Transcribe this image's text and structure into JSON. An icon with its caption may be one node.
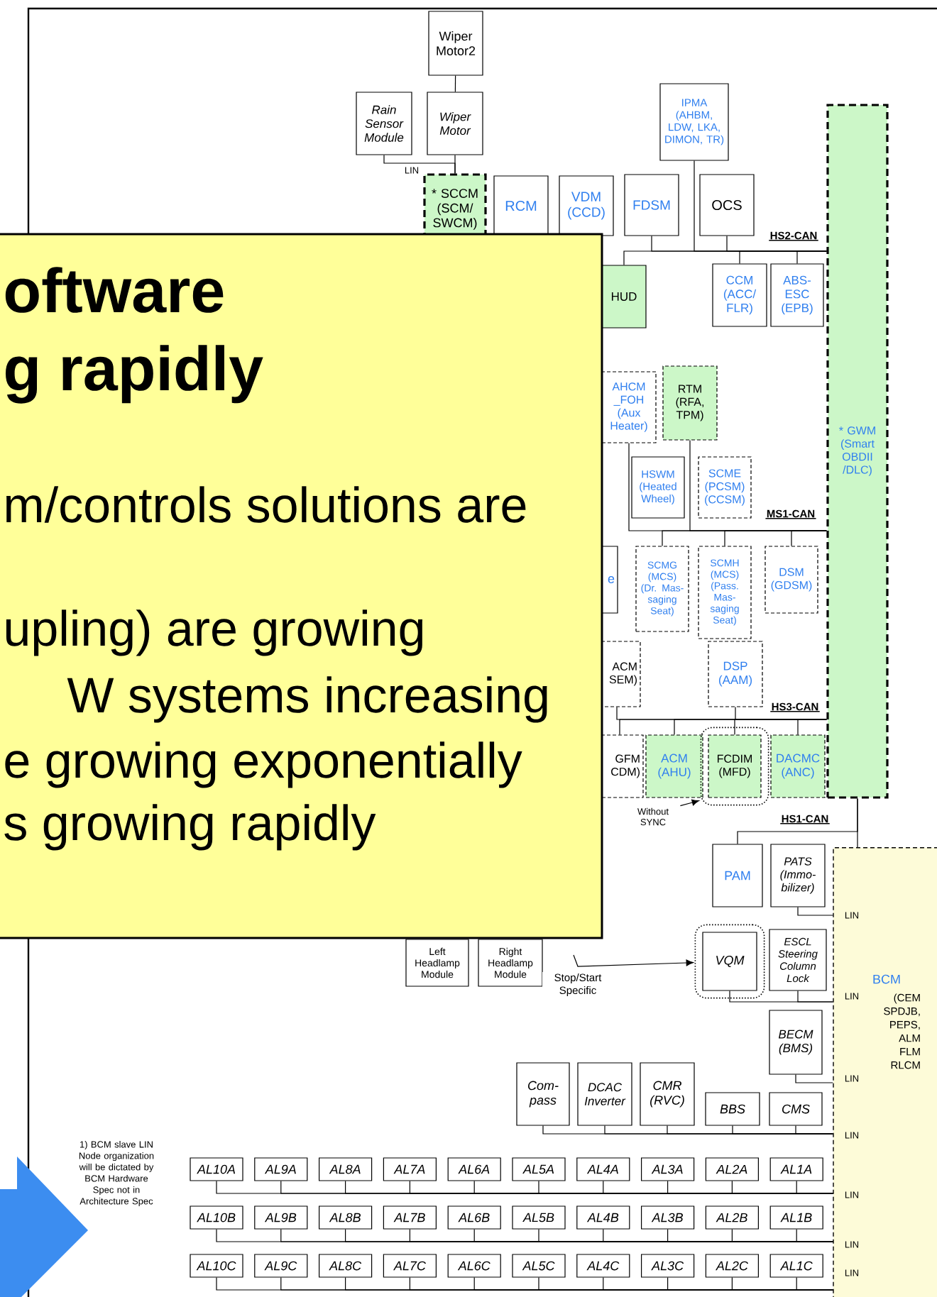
{
  "diagram": {
    "nodes": [
      {
        "text": [
          "Wiper Motor2"
        ]
      },
      {
        "text": [
          "Rain Sensor Module"
        ]
      },
      {
        "text": [
          "Wiper Motor"
        ]
      },
      {
        "text": [
          "* SCCM (SCM/ SWCM)"
        ]
      },
      {
        "text": [
          "RCM"
        ]
      },
      {
        "text": [
          "VDM (CCD)"
        ]
      },
      {
        "text": [
          "FDSM"
        ]
      },
      {
        "text": [
          "IPMA (AHBM, LDW, LKA, DIMON, TR)"
        ]
      },
      {
        "text": [
          "OCS"
        ]
      },
      {
        "text": [
          "* GWM (Smart OBDII /DLC)"
        ]
      },
      {
        "text": [
          "HUD"
        ]
      },
      {
        "text": [
          "CCM (ACC/ FLR)"
        ]
      },
      {
        "text": [
          "ABS- ESC (EPB)"
        ]
      },
      {
        "text": [
          "AHCM _FOH (Aux Heater)"
        ]
      },
      {
        "text": [
          "RTM (RFA, TPM)"
        ]
      },
      {
        "text": [
          "HSWM (Heated Wheel)"
        ]
      },
      {
        "text": [
          "SCME (PCSM) (CCSM)"
        ]
      },
      {
        "text": [
          "e"
        ]
      },
      {
        "text": [
          "SCMG (MCS) (Dr. Mas- saging Seat)"
        ]
      },
      {
        "text": [
          "SCMH (MCS) (Pass. Mas- saging Seat)"
        ]
      },
      {
        "text": [
          "DSM (GDSM)"
        ]
      },
      {
        "text": [
          "ACM SEM)"
        ]
      },
      {
        "text": [
          "DSP (AAM)"
        ]
      },
      {
        "text": [
          "GFM CDM)"
        ]
      },
      {
        "text": [
          "ACM (AHU)"
        ]
      },
      {
        "text": [],
        "shape": "box"
      },
      {
        "text": [
          "FCDIM (MFD)"
        ],
        "in": 25
      },
      {
        "text": [
          "DACMC (ANC)"
        ]
      },
      {
        "text": [
          "Without SYNC"
        ]
      },
      {
        "text": [
          "PAM"
        ]
      },
      {
        "text": [
          "PATS (Immo- bilizer)"
        ]
      },
      {
        "text": [
          "BCM",
          "(CEM SPDJB, PEPS, ALM FLM RLCM"
        ]
      },
      {
        "text": [
          "Left Headlamp Module"
        ]
      },
      {
        "text": [
          "Right Headlamp Module"
        ]
      },
      {
        "text": [],
        "shape": "box"
      },
      {
        "text": [
          "VQM"
        ],
        "in": 34
      },
      {
        "text": [
          "ESCL Steering Column Lock"
        ]
      },
      {
        "text": [
          "BECM (BMS)"
        ]
      },
      {
        "text": [
          "Com- pass"
        ]
      },
      {
        "text": [
          "DCAC Inverter"
        ]
      },
      {
        "text": [
          "CMR (RVC)"
        ]
      },
      {
        "text": [
          "BBS"
        ]
      },
      {
        "text": [
          "CMS"
        ]
      },
      {
        "text": [
          "AL10A"
        ]
      },
      {
        "text": [
          "AL9A"
        ]
      },
      {
        "text": [
          "AL8A"
        ]
      },
      {
        "text": [
          "AL7A"
        ]
      },
      {
        "text": [
          "AL6A"
        ]
      },
      {
        "text": [
          "AL5A"
        ]
      },
      {
        "text": [
          "AL4A"
        ]
      },
      {
        "text": [
          "AL3A"
        ]
      },
      {
        "text": [
          "AL2A"
        ]
      },
      {
        "text": [
          "AL1A"
        ]
      },
      {
        "text": [
          "AL10B"
        ]
      },
      {
        "text": [
          "AL9B"
        ]
      },
      {
        "text": [
          "AL8B"
        ]
      },
      {
        "text": [
          "AL7B"
        ]
      },
      {
        "text": [
          "AL6B"
        ]
      },
      {
        "text": [
          "AL5B"
        ]
      },
      {
        "text": [
          "AL4B"
        ]
      },
      {
        "text": [
          "AL3B"
        ]
      },
      {
        "text": [
          "AL2B"
        ]
      },
      {
        "text": [
          "AL1B"
        ]
      },
      {
        "text": [
          "AL10C"
        ]
      },
      {
        "text": [
          "AL9C"
        ]
      },
      {
        "text": [
          "AL8C"
        ]
      },
      {
        "text": [
          "AL7C"
        ]
      },
      {
        "text": [
          "AL6C"
        ]
      },
      {
        "text": [
          "AL5C"
        ]
      },
      {
        "text": [
          "AL4C"
        ]
      },
      {
        "text": [
          "AL3C"
        ]
      },
      {
        "text": [
          "AL2C"
        ]
      },
      {
        "text": [
          "AL1C"
        ]
      },
      {
        "text": [
          "oftware",
          "g rapidly",
          "m/controls solutions are",
          "upling) are growing",
          "W systems increasing",
          "e growing exponentially",
          "s growing rapidly"
        ]
      }
    ],
    "edges": [
      {
        "from": 0,
        "to": 2,
        "arrow": "none"
      },
      {
        "from": 1,
        "to": 3,
        "arrow": "none"
      },
      {
        "from": 2,
        "to": 3,
        "arrow": "none"
      },
      {
        "from": 6,
        "to": 9,
        "arrow": "none"
      },
      {
        "from": 7,
        "to": 9,
        "arrow": "none"
      },
      {
        "from": 8,
        "to": 9,
        "arrow": "none"
      },
      {
        "from": 10,
        "to": 9,
        "arrow": "none"
      },
      {
        "from": 11,
        "to": 9,
        "arrow": "none"
      },
      {
        "from": 12,
        "to": 9,
        "arrow": "none"
      },
      {
        "from": 13,
        "to": 9,
        "arrow": "none"
      },
      {
        "from": 14,
        "to": 9,
        "arrow": "none"
      },
      {
        "from": 18,
        "to": 9,
        "arrow": "none"
      },
      {
        "from": 19,
        "to": 9,
        "arrow": "none"
      },
      {
        "from": 20,
        "to": 9,
        "arrow": "none"
      },
      {
        "from": 21,
        "to": 9,
        "arrow": "none"
      },
      {
        "from": 22,
        "to": 9,
        "arrow": "none"
      },
      {
        "from": 23,
        "to": 9,
        "arrow": "none"
      },
      {
        "from": 24,
        "to": 9,
        "arrow": "none"
      },
      {
        "from": 26,
        "to": 9,
        "arrow": "none"
      },
      {
        "from": 27,
        "to": 9,
        "arrow": "none"
      },
      {
        "from": 29,
        "to": 9,
        "arrow": "none"
      },
      {
        "from": 9,
        "to": 31,
        "arrow": "none"
      },
      {
        "from": 28,
        "to": 25,
        "arrow": "to"
      },
      {
        "from": null,
        "to": 34,
        "arrow": "to",
        "label": "Stop/Start Specific"
      },
      {
        "from": 30,
        "to": 31,
        "arrow": "none"
      },
      {
        "from": 35,
        "to": 31,
        "arrow": "none"
      },
      {
        "from": 36,
        "to": 31,
        "arrow": "none"
      },
      {
        "from": 37,
        "to": 31,
        "arrow": "none"
      },
      {
        "from": 38,
        "to": 31,
        "arrow": "none"
      },
      {
        "from": 39,
        "to": 31,
        "arrow": "none"
      },
      {
        "from": 40,
        "to": 31,
        "arrow": "none"
      },
      {
        "from": 41,
        "to": 31,
        "arrow": "none"
      },
      {
        "from": 42,
        "to": 31,
        "arrow": "none"
      },
      {
        "from": 43,
        "to": 31,
        "arrow": "none"
      },
      {
        "from": 44,
        "to": 31,
        "arrow": "none"
      },
      {
        "from": 45,
        "to": 31,
        "arrow": "none"
      },
      {
        "from": 46,
        "to": 31,
        "arrow": "none"
      },
      {
        "from": 47,
        "to": 31,
        "arrow": "none"
      },
      {
        "from": 48,
        "to": 31,
        "arrow": "none"
      },
      {
        "from": 49,
        "to": 31,
        "arrow": "none"
      },
      {
        "from": 50,
        "to": 31,
        "arrow": "none"
      },
      {
        "from": 51,
        "to": 31,
        "arrow": "none"
      },
      {
        "from": 52,
        "to": 31,
        "arrow": "none"
      },
      {
        "from": 53,
        "to": 31,
        "arrow": "none"
      },
      {
        "from": 54,
        "to": 31,
        "arrow": "none"
      },
      {
        "from": 55,
        "to": 31,
        "arrow": "none"
      },
      {
        "from": 56,
        "to": 31,
        "arrow": "none"
      },
      {
        "from": 57,
        "to": 31,
        "arrow": "none"
      },
      {
        "from": 58,
        "to": 31,
        "arrow": "none"
      },
      {
        "from": 59,
        "to": 31,
        "arrow": "none"
      },
      {
        "from": 60,
        "to": 31,
        "arrow": "none"
      },
      {
        "from": 61,
        "to": 31,
        "arrow": "none"
      },
      {
        "from": 62,
        "to": 31,
        "arrow": "none"
      },
      {
        "from": 63,
        "to": 31,
        "arrow": "none"
      },
      {
        "from": 64,
        "to": 31,
        "arrow": "none"
      },
      {
        "from": 65,
        "to": 31,
        "arrow": "none"
      },
      {
        "from": 66,
        "to": 31,
        "arrow": "none"
      },
      {
        "from": 67,
        "to": 31,
        "arrow": "none"
      },
      {
        "from": 68,
        "to": 31,
        "arrow": "none"
      },
      {
        "from": 69,
        "to": 31,
        "arrow": "none"
      },
      {
        "from": 70,
        "to": 31,
        "arrow": "none"
      },
      {
        "from": 71,
        "to": 31,
        "arrow": "none"
      },
      {
        "from": 72,
        "to": 31,
        "arrow": "none"
      }
    ],
    "labels": [
      "LIN",
      "HS2-CAN",
      "MS1-CAN",
      "HS3-CAN",
      "HS1-CAN",
      "LIN",
      "LIN",
      "LIN",
      "LIN",
      "1) BCM slave LIN Node organization will be dictated by BCM Hardware Spec not in Architecture Spec",
      "LIN",
      "LIN",
      "LIN"
    ]
  }
}
